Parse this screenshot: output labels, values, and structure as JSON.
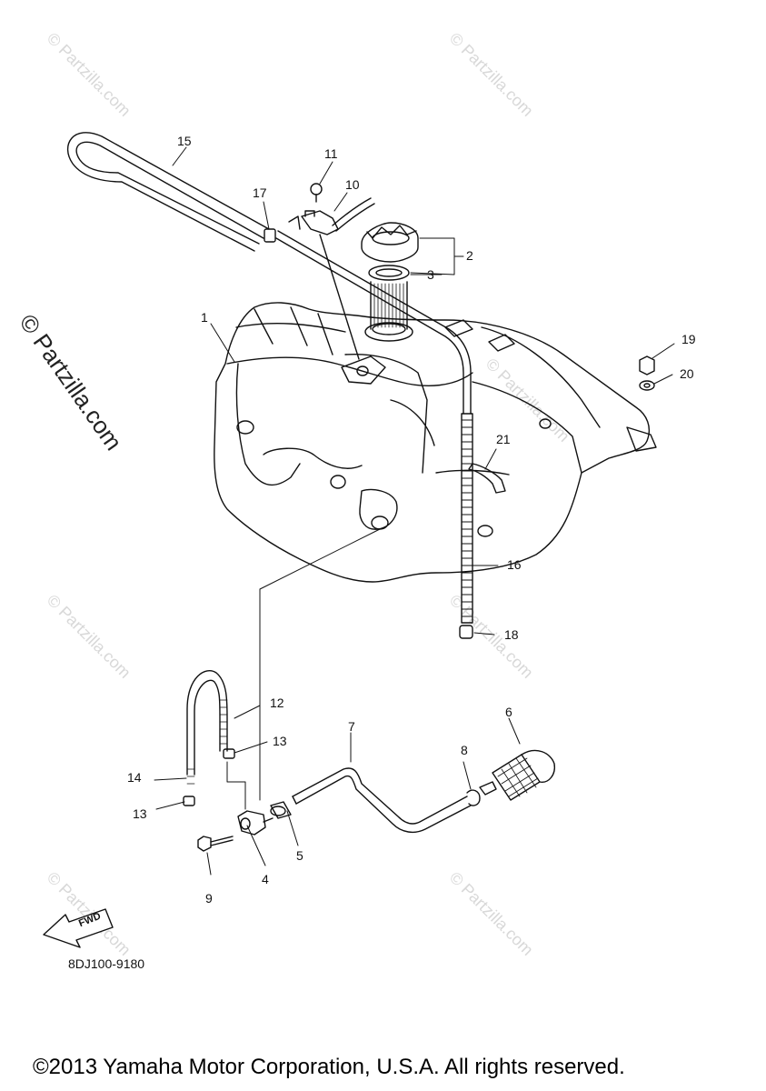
{
  "watermark": {
    "small": "© Partzilla.com",
    "large": "© Partzilla.com"
  },
  "callouts": {
    "c1": "1",
    "c2": "2",
    "c3": "3",
    "c4": "4",
    "c5": "5",
    "c6": "6",
    "c7": "7",
    "c8": "8",
    "c9": "9",
    "c10": "10",
    "c11": "11",
    "c12": "12",
    "c13a": "13",
    "c13b": "13",
    "c14": "14",
    "c15": "15",
    "c16": "16",
    "c17": "17",
    "c18": "18",
    "c19": "19",
    "c20": "20",
    "c21": "21"
  },
  "fwd_label": "FWD",
  "diagram_code": "8DJ100-9180",
  "copyright": "©2013 Yamaha Motor Corporation, U.S.A. All rights reserved.",
  "colors": {
    "line": "#111111",
    "watermark": "#d8d8d8"
  }
}
